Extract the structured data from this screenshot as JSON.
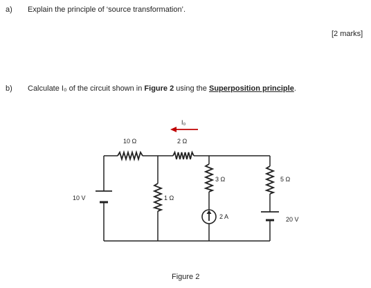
{
  "part_a": {
    "label": "a)",
    "question": "Explain the principle of ‘source transformation’.",
    "marks": "[2 marks]"
  },
  "part_b": {
    "label": "b)",
    "question_before": "Calculate I₀ of the circuit shown in ",
    "figure_ref": "Figure 2",
    "question_middle": " using the ",
    "method": "Superposition principle",
    "question_end": "."
  },
  "circuit": {
    "current_label": "I₀",
    "r_10": "10 Ω",
    "r_2": "2 Ω",
    "r_1": "1 Ω",
    "r_3": "3 Ω",
    "r_5": "5 Ω",
    "v_10": "10 V",
    "v_20": "20 V",
    "i_2": "2 A",
    "arrow_color": "#c00000"
  },
  "figure_caption": "Figure 2"
}
